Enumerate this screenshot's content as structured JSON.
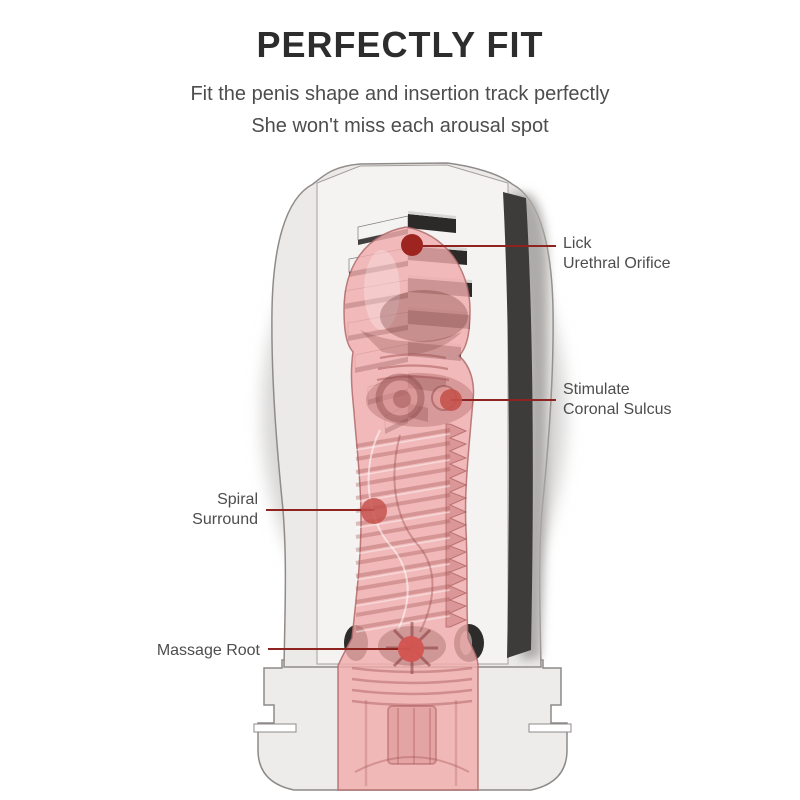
{
  "header": {
    "title": "PERFECTLY FIT",
    "subtitle_line1": "Fit the penis shape and insertion track perfectly",
    "subtitle_line2": "She won't miss each arousal spot"
  },
  "callouts": [
    {
      "id": "lick-urethral-orifice",
      "line1": "Lick",
      "line2": "Urethral Orifice"
    },
    {
      "id": "stimulate-coronal-sulcus",
      "line1": "Stimulate",
      "line2": "Coronal Sulcus"
    },
    {
      "id": "spiral-surround",
      "line1": "Spiral",
      "line2": "Surround"
    },
    {
      "id": "massage-root",
      "line1": "Massage Root",
      "line2": ""
    }
  ],
  "colors": {
    "accent_line": "#8e2320",
    "dot_dark": "#9e2420",
    "dot_primary": "#c5534d",
    "dot_bright": "#d35450",
    "sleeve_pink": "#f0acac",
    "cup_gray": "#eceae8",
    "window_gray": "#f4f3f1",
    "wall_dark": "#3d3c3b",
    "title_text": "#2d2d2d",
    "label_text": "#4d4d4d"
  }
}
